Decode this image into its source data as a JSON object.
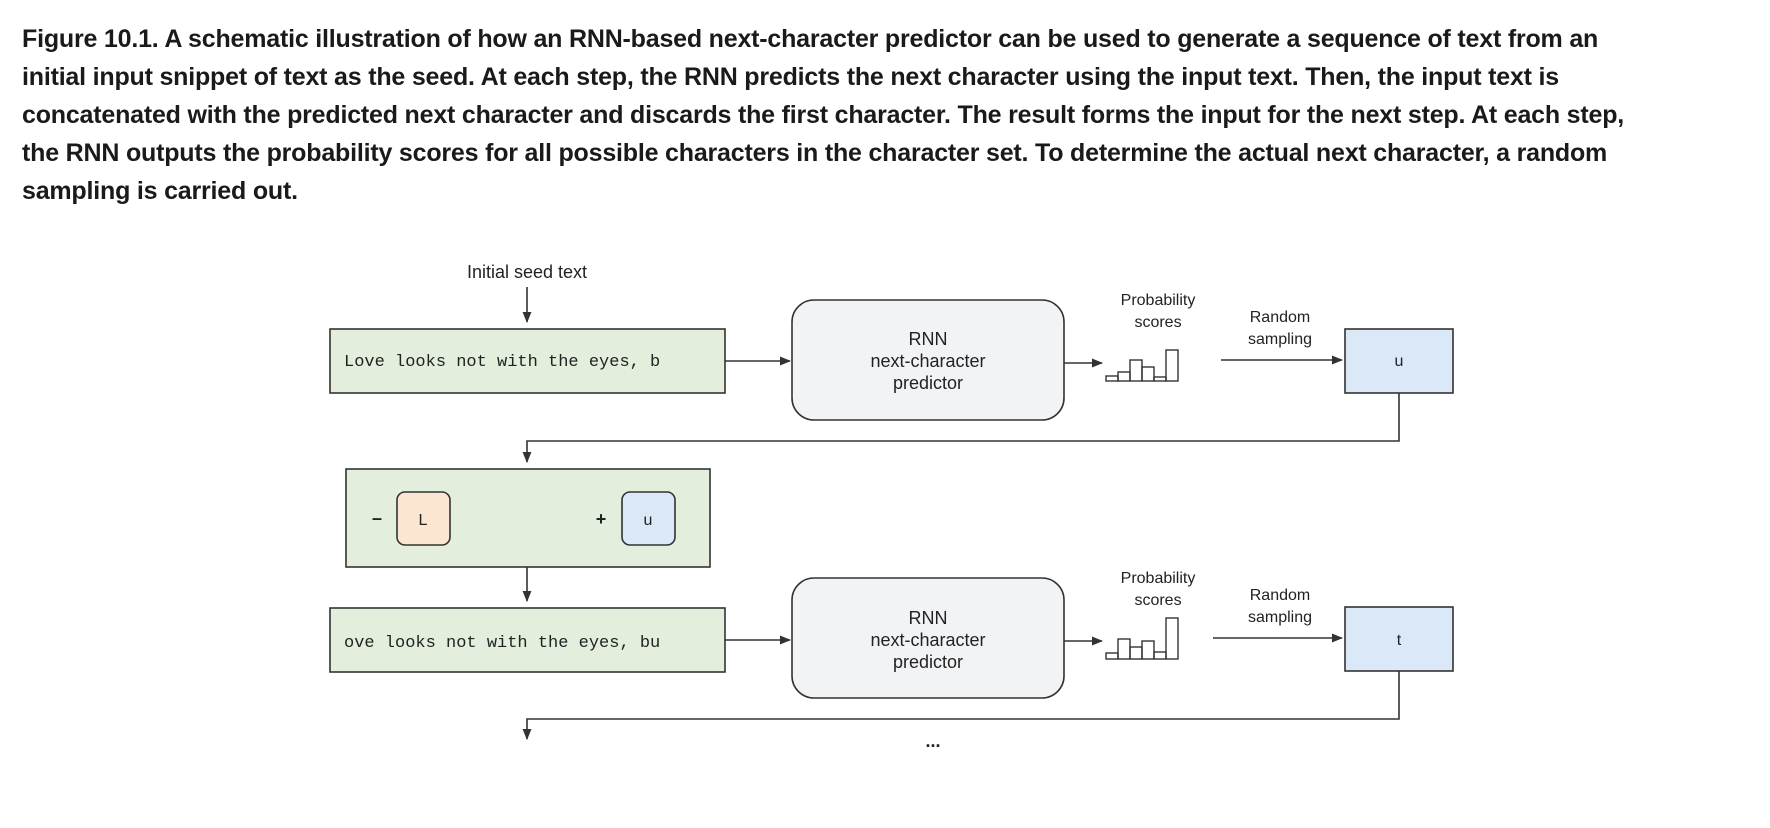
{
  "caption": {
    "lines": [
      "Figure 10.1. A schematic illustration of how an RNN-based next-character predictor can be used to generate a sequence of text from an",
      "initial input snippet of text as the seed. At each step, the RNN predicts the next character using the input text. Then, the input text is",
      "concatenated with the predicted next character and discards the first character. The result forms the input for the next step. At each step,",
      "the RNN outputs the probability scores for all possible characters in the character set. To determine the actual next character, a random",
      "sampling is carried out."
    ]
  },
  "diagram": {
    "seed_label": "Initial seed text",
    "step1_input": "Love looks not with the eyes, b",
    "step2_input": "ove looks not with the eyes, bu",
    "rnn_line1": "RNN",
    "rnn_line2": "next-character",
    "rnn_line3": "predictor",
    "prob_line1": "Probability",
    "prob_line2": "scores",
    "sampling_line1": "Random",
    "sampling_line2": "sampling",
    "output1": "u",
    "output2": "t",
    "minus_sign": "–",
    "removed_char": "L",
    "plus_sign": "+",
    "added_char": "u",
    "continuation": "...",
    "colors": {
      "input_fill": "#e3efdc",
      "rnn_fill": "#f2f3f5",
      "output_fill": "#dbe8f7",
      "removed_fill": "#fbe6d2",
      "stroke": "#333333"
    }
  }
}
